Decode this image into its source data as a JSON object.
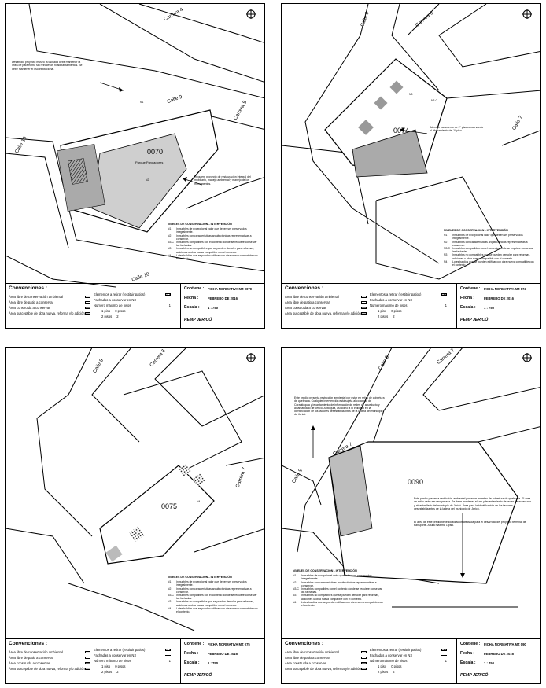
{
  "sheets": [
    {
      "id": "s070",
      "block_code": "0070",
      "park_label": "Parque Fundadores",
      "streets": [
        "Carrera 4",
        "Calle 9",
        "Carrera 5",
        "Calle 10",
        "Calle 10"
      ],
      "note_top": "Desarrollo proyecto museo la fachada debe mantener la línea de paramento sin retrocesos ni adelantamientos. Se debe mantener el uso institucional.",
      "note_right": "Requiere proyecto de restauración integral del mobiliario, manejo ambiental y manejo de los monumentos.",
      "contiene": "FICHA NORMATIVA MZ 0070"
    },
    {
      "id": "s074",
      "block_code": "0074",
      "streets": [
        "Calle 9",
        "Carrera 6",
        "Calle 7"
      ],
      "note_right": "Adecuar paramento de 2º piso conservando el alineamiento del 1º piso.",
      "contiene": "FICHA NORMATIVA MZ 074"
    },
    {
      "id": "s075",
      "block_code": "0075",
      "streets": [
        "Calle 9",
        "Carrera 6",
        "Carrera 7"
      ],
      "contiene": "FICHA NORMATIVA MZ 075"
    },
    {
      "id": "s090",
      "block_code": "0090",
      "streets": [
        "Calle 8",
        "Carrera 7",
        "Carrera 7",
        "Calle 9"
      ],
      "note_top": "Este predio presenta restricción ambiental por estar en retiro de cobertura de quebrada. Cualquier intervención está sujeta al concepto de Corantioquia y levantamiento de información de redes de acueducto y alcantarillado de Jericó, Antioquia, así como a lo indicado en la identificación de los factores desestabilizantes de la ladera del municipio de Jericó.",
      "note_bottom": "Este predio presenta restricción ambiental por estar en retiro de cobertura de quebrada. El área de retiro debe ser recuperada. Se debe mantener el uso y levantamiento de redes de acueducto y alcantarillado del municipio de Jericó. Área para la identificación de los factores desestabilizantes de la ladera del municipio de Jericó.",
      "note_bottom2": "El área de este predio tiene localización afectada para el desarrollo del proyecto terminal de transporte. Altura máxima 1 piso.",
      "contiene": "FICHA NORMATIVA MZ 090"
    }
  ],
  "lot_labels": {
    "n1": "N1",
    "n2": "N2",
    "n3": "N3",
    "n3c": "N3-C",
    "n4": "N4"
  },
  "levels": {
    "header": "NIVELES DE CONSERVACIÓN - INTERVENCIÓN",
    "items": [
      {
        "code": "N1",
        "text": "Inmuebles de excepcional valor que deben ser preservados integralmente."
      },
      {
        "code": "N2",
        "text": "Inmuebles con características arquitectónicas representativas a conservar."
      },
      {
        "code": "N3-C",
        "text": "Inmuebles compatibles con el contexto donde se requiere conservar las fachadas."
      },
      {
        "code": "N3",
        "text": "Inmuebles no compatibles que se pueden demoler para reformas, adiciones u obra nueva compatible con el contexto."
      },
      {
        "code": "N4",
        "text": "Lotes baldíos que se pueden edificar con obra nueva compatible con el contexto."
      }
    ]
  },
  "legend": {
    "title": "Convenciones :",
    "left": [
      "Área libre de conservación ambiental",
      "Área libre de patio a conservar",
      "Área construida a conservar",
      "Área susceptible de obra nueva, reforma y/o adición"
    ],
    "right": [
      "Elementos a retirar (restituir patios)",
      "Fachadas a conservar en N3",
      "Número máximo de pisos"
    ],
    "pisos": [
      "1 piso",
      "0 pisos",
      "2 pisos"
    ],
    "pisos_vals": [
      "1",
      "0",
      "2"
    ]
  },
  "info": {
    "contiene_label": "Contiene :",
    "fecha_label": "Fecha :",
    "fecha": "FEBRERO DE 2016",
    "escala_label": "Escala :",
    "escala": "1 : 750",
    "logo": "PEMP JERICÓ"
  }
}
